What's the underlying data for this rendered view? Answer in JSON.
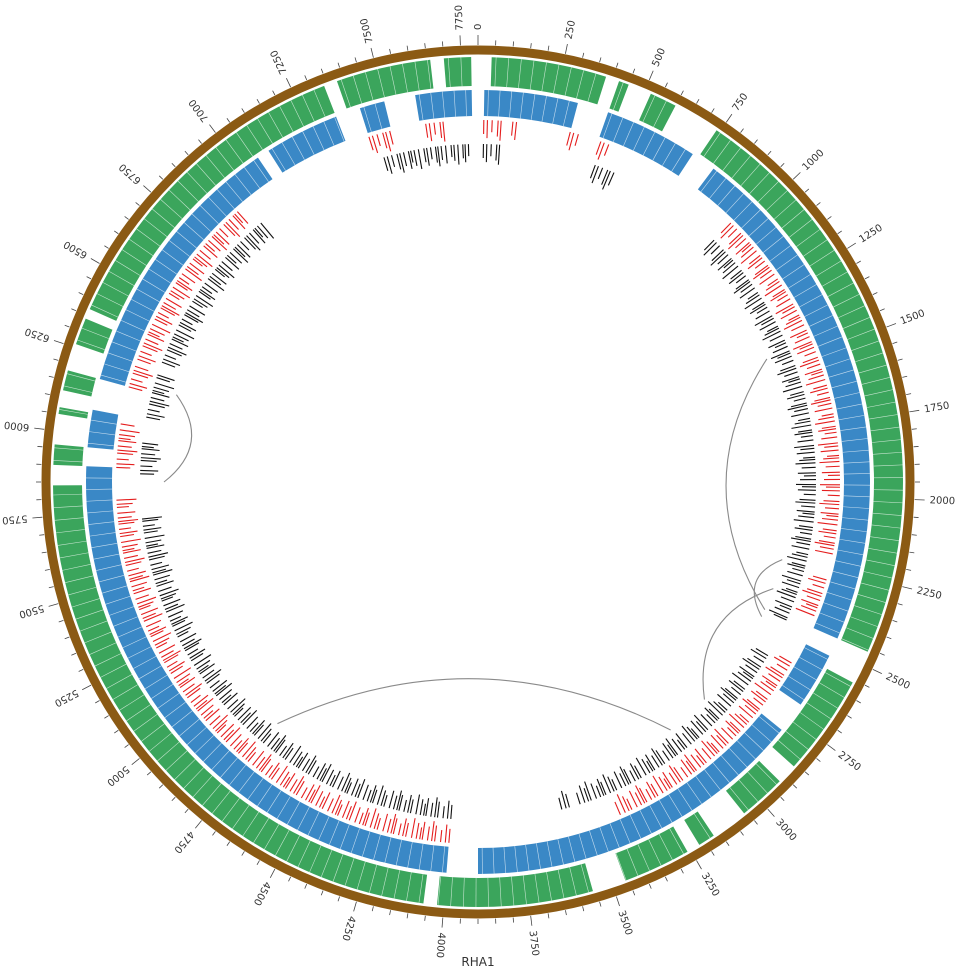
{
  "figure": {
    "genome_label": "RHA1",
    "tick_labels": [
      "0",
      "250",
      "500",
      "750",
      "1000",
      "1250",
      "1500",
      "1750",
      "2000",
      "2250",
      "2500",
      "2750",
      "3000",
      "3250",
      "3500",
      "3750",
      "4000",
      "4250",
      "4500",
      "4750",
      "5000",
      "5250",
      "5500",
      "5750",
      "6000",
      "6250",
      "6500",
      "6750",
      "7000",
      "7250",
      "7500",
      "7750"
    ],
    "tick_max": 7800,
    "colors": {
      "ideogram": "#8B5A14",
      "track_green": "#3BA55C",
      "track_blue": "#3A88C6",
      "track_red": "#E41E1E",
      "track_black": "#111111",
      "links": "#8A8A8A"
    },
    "tracks": [
      {
        "color_key": "track_green",
        "segments": [
          [
            40,
            380
          ],
          [
            420,
            450
          ],
          [
            520,
            600
          ],
          [
            740,
            2460
          ],
          [
            2560,
            2860
          ],
          [
            2920,
            3060
          ],
          [
            3170,
            3220
          ],
          [
            3260,
            3460
          ],
          [
            3560,
            4020
          ],
          [
            4060,
            5840
          ],
          [
            5900,
            5960
          ],
          [
            6050,
            6070
          ],
          [
            6120,
            6180
          ],
          [
            6260,
            6340
          ],
          [
            6370,
            7340
          ],
          [
            7380,
            7660
          ],
          [
            7700,
            7780
          ]
        ]
      },
      {
        "color_key": "track_blue",
        "segments": [
          [
            20,
            320
          ],
          [
            420,
            720
          ],
          [
            800,
            2460
          ],
          [
            2520,
            2700
          ],
          [
            2800,
            3900
          ],
          [
            4000,
            5900
          ],
          [
            5960,
            6080
          ],
          [
            6180,
            7060
          ],
          [
            7100,
            7340
          ],
          [
            7420,
            7500
          ],
          [
            7600,
            7780
          ]
        ]
      },
      {
        "color_key": "track_red",
        "segments": [
          [
            20,
            80
          ],
          [
            120,
            140
          ],
          [
            320,
            360
          ],
          [
            430,
            470
          ],
          [
            960,
            2200
          ],
          [
            2290,
            2440
          ],
          [
            2600,
            3400
          ],
          [
            4000,
            5790
          ],
          [
            5900,
            6060
          ],
          [
            6180,
            6270
          ],
          [
            6280,
            6900
          ],
          [
            7420,
            7500
          ],
          [
            7620,
            7680
          ]
        ]
      },
      {
        "color_key": "track_black",
        "segments": [
          [
            20,
            80
          ],
          [
            440,
            520
          ],
          [
            960,
            2480
          ],
          [
            2620,
            3520
          ],
          [
            3560,
            3600
          ],
          [
            4000,
            5720
          ],
          [
            5880,
            6000
          ],
          [
            6090,
            6260
          ],
          [
            6300,
            6950
          ],
          [
            7450,
            7780
          ]
        ]
      }
    ],
    "links": [
      [
        1450,
        2470
      ],
      [
        2260,
        2500
      ],
      [
        2380,
        2900
      ],
      [
        3080,
        4760
      ],
      [
        5850,
        6200
      ]
    ]
  }
}
